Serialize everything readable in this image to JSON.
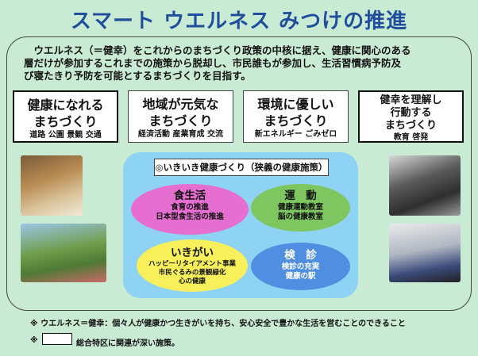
{
  "title": "スマート ウエルネス みつけの推進",
  "intro": {
    "line1": "　ウエルネス（＝健幸）をこれからのまちづくり政策の中核に据え、健康に関心のある",
    "line2": "層だけが参加するこれまでの施策から脱却し、市民誰もが参加し、生活習慣病予防及",
    "line3": "び寝たきり予防を可能とするまちづくりを目指す。"
  },
  "cards": [
    {
      "line1": "健康になれる",
      "line2": "まちづくり",
      "sub": "道路 公園 景観 交通"
    },
    {
      "line1": "地域が元気な",
      "line2": "まちづくり",
      "sub": "経済活動 産業育成 交流"
    },
    {
      "line1": "環境に優しい",
      "line2": "まちづくり",
      "sub": "新エネルギー ごみゼロ"
    },
    {
      "line1": "健幸を理解し",
      "line2": "行動する",
      "line3": "まちづくり",
      "sub": "教育 啓発"
    }
  ],
  "central": {
    "title": "◎いきいき健康づくり（狭義の健康施策）",
    "items": [
      {
        "heading": "食生活",
        "lines": [
          "食育の推進",
          "日本型食生活の推進"
        ],
        "color": "#e56ed0"
      },
      {
        "heading": "運　動",
        "lines": [
          "健康運動教室",
          "脳の健康教室"
        ],
        "color": "#7ec660"
      },
      {
        "heading": "いきがい",
        "lines": [
          "ハッピーリタイアメント事業",
          "市民ぐるみの景観緑化",
          "心の健康"
        ],
        "color": "#f7f05a"
      },
      {
        "heading": "検　診",
        "lines": [
          "検診の充実",
          "健康の駅"
        ],
        "color": "#4f8ee0"
      }
    ]
  },
  "notes": {
    "note1": "※ ウエルネス＝健幸：個々人が健康かつ生きがいを持ち、安心安全で豊かな生活を営むことのできること",
    "note2_prefix": "※",
    "note2_suffix": "総合特区に関連が深い施策。"
  }
}
